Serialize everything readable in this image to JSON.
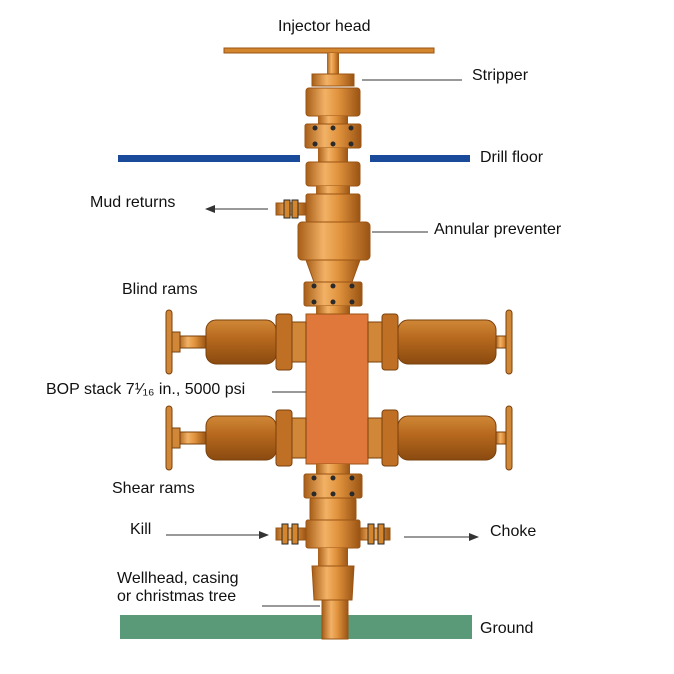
{
  "labels": {
    "injector_head": "Injector head",
    "stripper": "Stripper",
    "drill_floor": "Drill floor",
    "mud_returns": "Mud returns",
    "annular_preventer": "Annular preventer",
    "blind_rams": "Blind rams",
    "bop_stack": "BOP stack 7¹⁄₁₆ in., 5000 psi",
    "shear_rams": "Shear rams",
    "kill": "Kill",
    "choke": "Choke",
    "wellhead": "Wellhead, casing\nor christmas tree",
    "ground": "Ground"
  },
  "colors": {
    "equipment": "#d4862e",
    "equipment_dark": "#9a5414",
    "equipment_light": "#f0b060",
    "ram_body": "#b86a1e",
    "bop_block": "#e0783c",
    "drill_floor": "#1a4a9a",
    "ground": "#5a9a78",
    "bolt": "#2a2a2a",
    "line": "#333333"
  }
}
